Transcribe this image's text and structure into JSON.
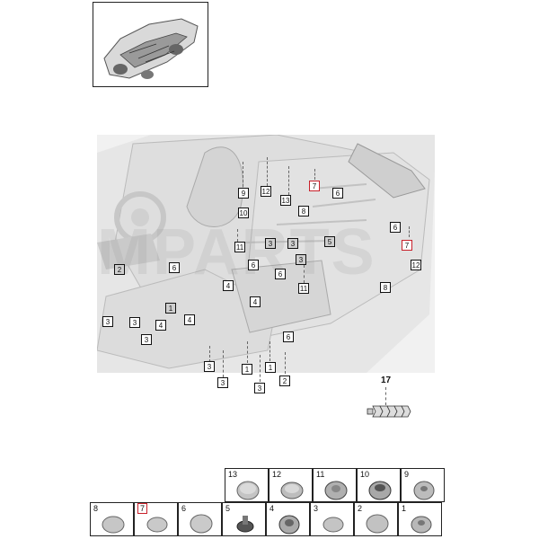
{
  "callouts": [
    {
      "label": "7"
    },
    {
      "label": "6"
    },
    {
      "label": "12"
    },
    {
      "label": "9"
    },
    {
      "label": "13"
    },
    {
      "label": "10"
    },
    {
      "label": "8"
    },
    {
      "label": "6"
    },
    {
      "label": "7"
    },
    {
      "label": "12"
    },
    {
      "label": "11"
    },
    {
      "label": "3"
    },
    {
      "label": "3"
    },
    {
      "label": "5"
    },
    {
      "label": "6"
    },
    {
      "label": "6"
    },
    {
      "label": "3"
    },
    {
      "label": "11"
    },
    {
      "label": "8"
    },
    {
      "label": "2"
    },
    {
      "label": "6"
    },
    {
      "label": "4"
    },
    {
      "label": "4"
    },
    {
      "label": "1"
    },
    {
      "label": "3"
    },
    {
      "label": "3"
    },
    {
      "label": "4"
    },
    {
      "label": "4"
    },
    {
      "label": "3"
    },
    {
      "label": "6"
    },
    {
      "label": "3"
    },
    {
      "label": "1"
    },
    {
      "label": "1"
    },
    {
      "label": "2"
    },
    {
      "label": "3"
    },
    {
      "label": "3"
    }
  ],
  "legend": {
    "label": "17"
  },
  "parts_top_row": [
    {
      "label": "13"
    },
    {
      "label": "12"
    },
    {
      "label": "11"
    },
    {
      "label": "10"
    },
    {
      "label": "9"
    }
  ],
  "parts_bottom_row": [
    {
      "label": "8"
    },
    {
      "label": "7"
    },
    {
      "label": "6"
    },
    {
      "label": "5"
    },
    {
      "label": "4"
    },
    {
      "label": "3"
    },
    {
      "label": "2"
    },
    {
      "label": "1"
    }
  ],
  "colors": {
    "highlight": "#c8202a",
    "line": "#222222",
    "part_fill": "#b8b8b8"
  }
}
